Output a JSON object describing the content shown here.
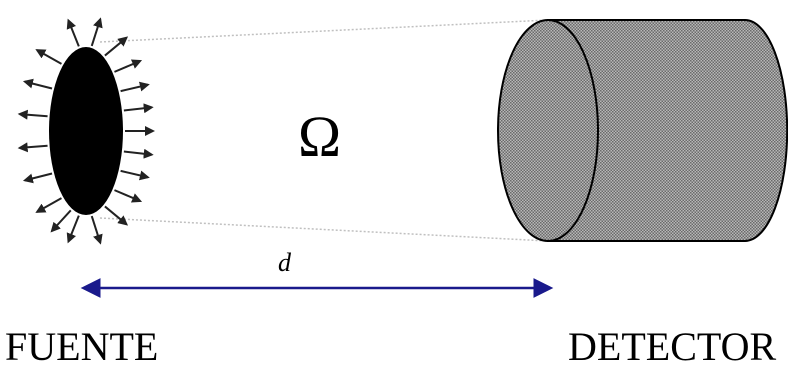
{
  "labels": {
    "solid_angle": "Ω",
    "distance": "d",
    "source": "FUENTE",
    "detector": "DETECTOR"
  },
  "colors": {
    "source_fill": "#000000",
    "arrow_color": "#222222",
    "detector_fill": "#a9a9a9",
    "detector_stroke": "#000000",
    "distance_arrow": "#1a1a8c",
    "cone_lines": "#bbbbbb"
  },
  "icons": {
    "source": "black-ellipse-radiating-arrows",
    "detector": "hatched-cylinder"
  }
}
